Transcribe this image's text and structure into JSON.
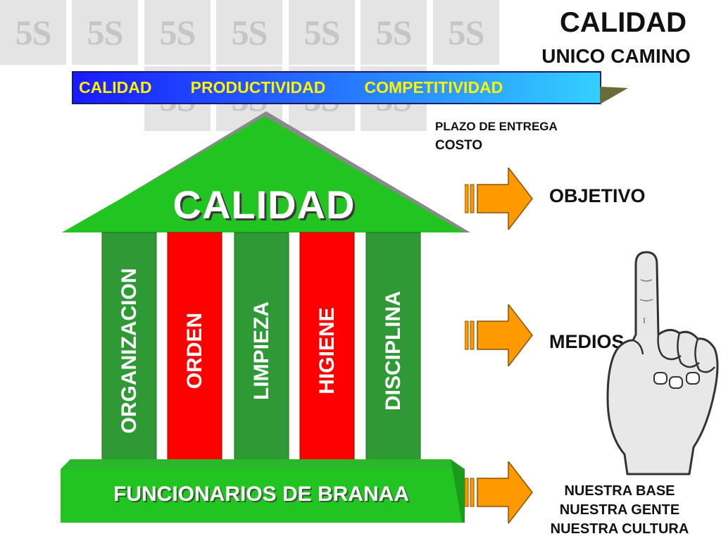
{
  "watermark": {
    "text": "5S",
    "count_top": 7,
    "count_low": 4
  },
  "header": {
    "title": "CALIDAD",
    "subtitle": "UNICO CAMINO"
  },
  "banner": {
    "text": "CALIDAD   PRODUCTIVIDAD   COMPETITIVIDAD",
    "gradient_from": "#1a1aff",
    "gradient_to": "#33d0ff",
    "text_color": "#fff200"
  },
  "notes": {
    "plazo": "PLAZO DE ENTREGA",
    "costo": "COSTO"
  },
  "temple": {
    "roof_label": "CALIDAD",
    "pillars": [
      {
        "label": "ORGANIZACION",
        "color": "#2f9a35"
      },
      {
        "label": "ORDEN",
        "color": "#ff0000"
      },
      {
        "label": "LIMPIEZA",
        "color": "#2f9a35"
      },
      {
        "label": "HIGIENE",
        "color": "#ff0000"
      },
      {
        "label": "DISCIPLINA",
        "color": "#2f9a35"
      }
    ],
    "base_label": "FUNCIONARIOS DE BRANAA",
    "roof_color": "#22c422",
    "base_color": "#22c422"
  },
  "right": {
    "objetivo": "OBJETIVO",
    "medios": "MEDIOS",
    "base_lines": [
      "NUESTRA BASE",
      "NUESTRA GENTE",
      "NUESTRA CULTURA"
    ],
    "arrow_color": "#ff9900"
  },
  "icons": {
    "hand": "pointing-finger-icon",
    "arrow": "arrow-right-icon"
  }
}
